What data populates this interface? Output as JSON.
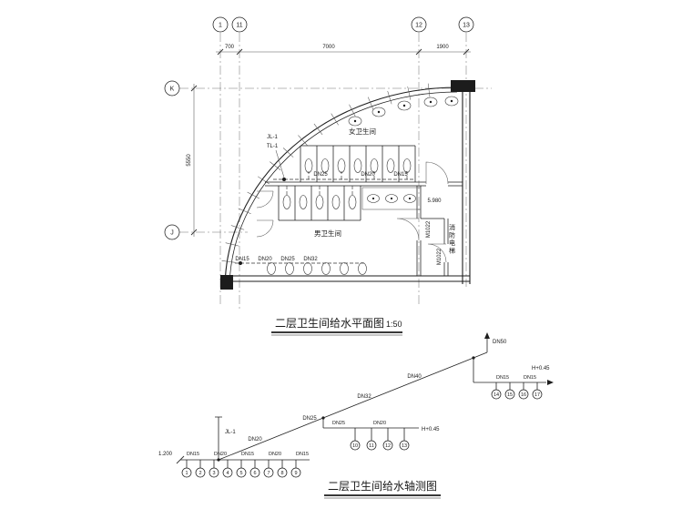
{
  "meta": {
    "paper_color": "#ffffff",
    "ink_color": "#1a1a1a"
  },
  "plan": {
    "title": "二层卫生间给水平面图",
    "scale": "1:50",
    "axes_top": [
      "1",
      "11",
      "12",
      "13"
    ],
    "axes_left": [
      "K",
      "J"
    ],
    "dims_top": [
      "700",
      "7000",
      "1900"
    ],
    "dim_left": "5550",
    "room_womens": "女卫生间",
    "room_mens": "男卫生间",
    "room_right": "消防电梯",
    "elevation": "5.980",
    "door_code_1": "M1022",
    "door_code_2": "M1022",
    "riser_1": "JL-1",
    "riser_2": "TL-1",
    "pipes_bottom": [
      "DN15",
      "DN20",
      "DN25",
      "DN32"
    ],
    "pipes_mid": [
      "DN25",
      "DN20",
      "DN15"
    ]
  },
  "axon": {
    "title": "二层卫生间给水轴测图",
    "elev_start": "1.200",
    "riser": "JL-1",
    "h_mid": "H+0.45",
    "h_right": "H+0.45",
    "top_label": "DN50",
    "main_labels": [
      "DN20",
      "DN25",
      "DN32",
      "DN40"
    ],
    "branch_bottom": [
      "DN15",
      "DN20",
      "DN15",
      "DN20",
      "DN15"
    ],
    "branch_mid": [
      "DN25",
      "DN20"
    ],
    "branch_right": [
      "DN15",
      "DN15"
    ],
    "tags_bottom": [
      "1",
      "2",
      "3",
      "4",
      "5",
      "6",
      "7",
      "8",
      "9"
    ],
    "tags_mid": [
      "10",
      "11",
      "12",
      "13"
    ],
    "tags_right": [
      "14",
      "15",
      "16",
      "17"
    ]
  }
}
